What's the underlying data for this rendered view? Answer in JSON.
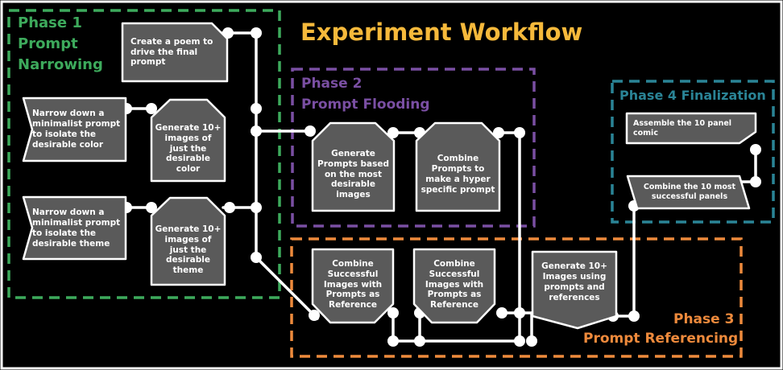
{
  "title": "Experiment Workflow",
  "colors": {
    "background": "#000000",
    "frame": "#ffffff",
    "node_fill": "#5a5a5a",
    "node_stroke": "#ffffff",
    "phase1": "#3daa5c",
    "phase2": "#7a4fa3",
    "phase3": "#ee8a3c",
    "phase4": "#2a8496",
    "title": "#f6b93b"
  },
  "phases": {
    "phase1": {
      "line1": "Phase 1",
      "line2": "Prompt",
      "line3": "Narrowing"
    },
    "phase2": {
      "line1": "Phase 2",
      "line2": "Prompt Flooding"
    },
    "phase3": {
      "line1": "Phase 3",
      "line2": "Prompt Referencing"
    },
    "phase4": {
      "line1": "Phase 4 Finalization"
    }
  },
  "nodes": {
    "create_poem": "Create a poem to drive the final prompt",
    "narrow_color": "Narrow down a minimalist prompt to isolate the desirable color",
    "generate_color": "Generate 10+ images of just the desirable color",
    "narrow_theme": "Narrow down a minimalist prompt to isolate the desirable theme",
    "generate_theme": "Generate 10+ images of just the desirable theme",
    "generate_prompts": "Generate Prompts based on the most desirable images",
    "combine_prompts": "Combine Prompts to make a hyper specific prompt",
    "combine_images_1": "Combine Successful Images with Prompts as Reference",
    "combine_images_2": "Combine Successful Images with Prompts as Reference",
    "generate_with_refs": "Generate 10+ Images using prompts and references",
    "assemble_comic": "Assemble the 10 panel comic",
    "combine_panels": "Combine the 10 most successful panels"
  }
}
